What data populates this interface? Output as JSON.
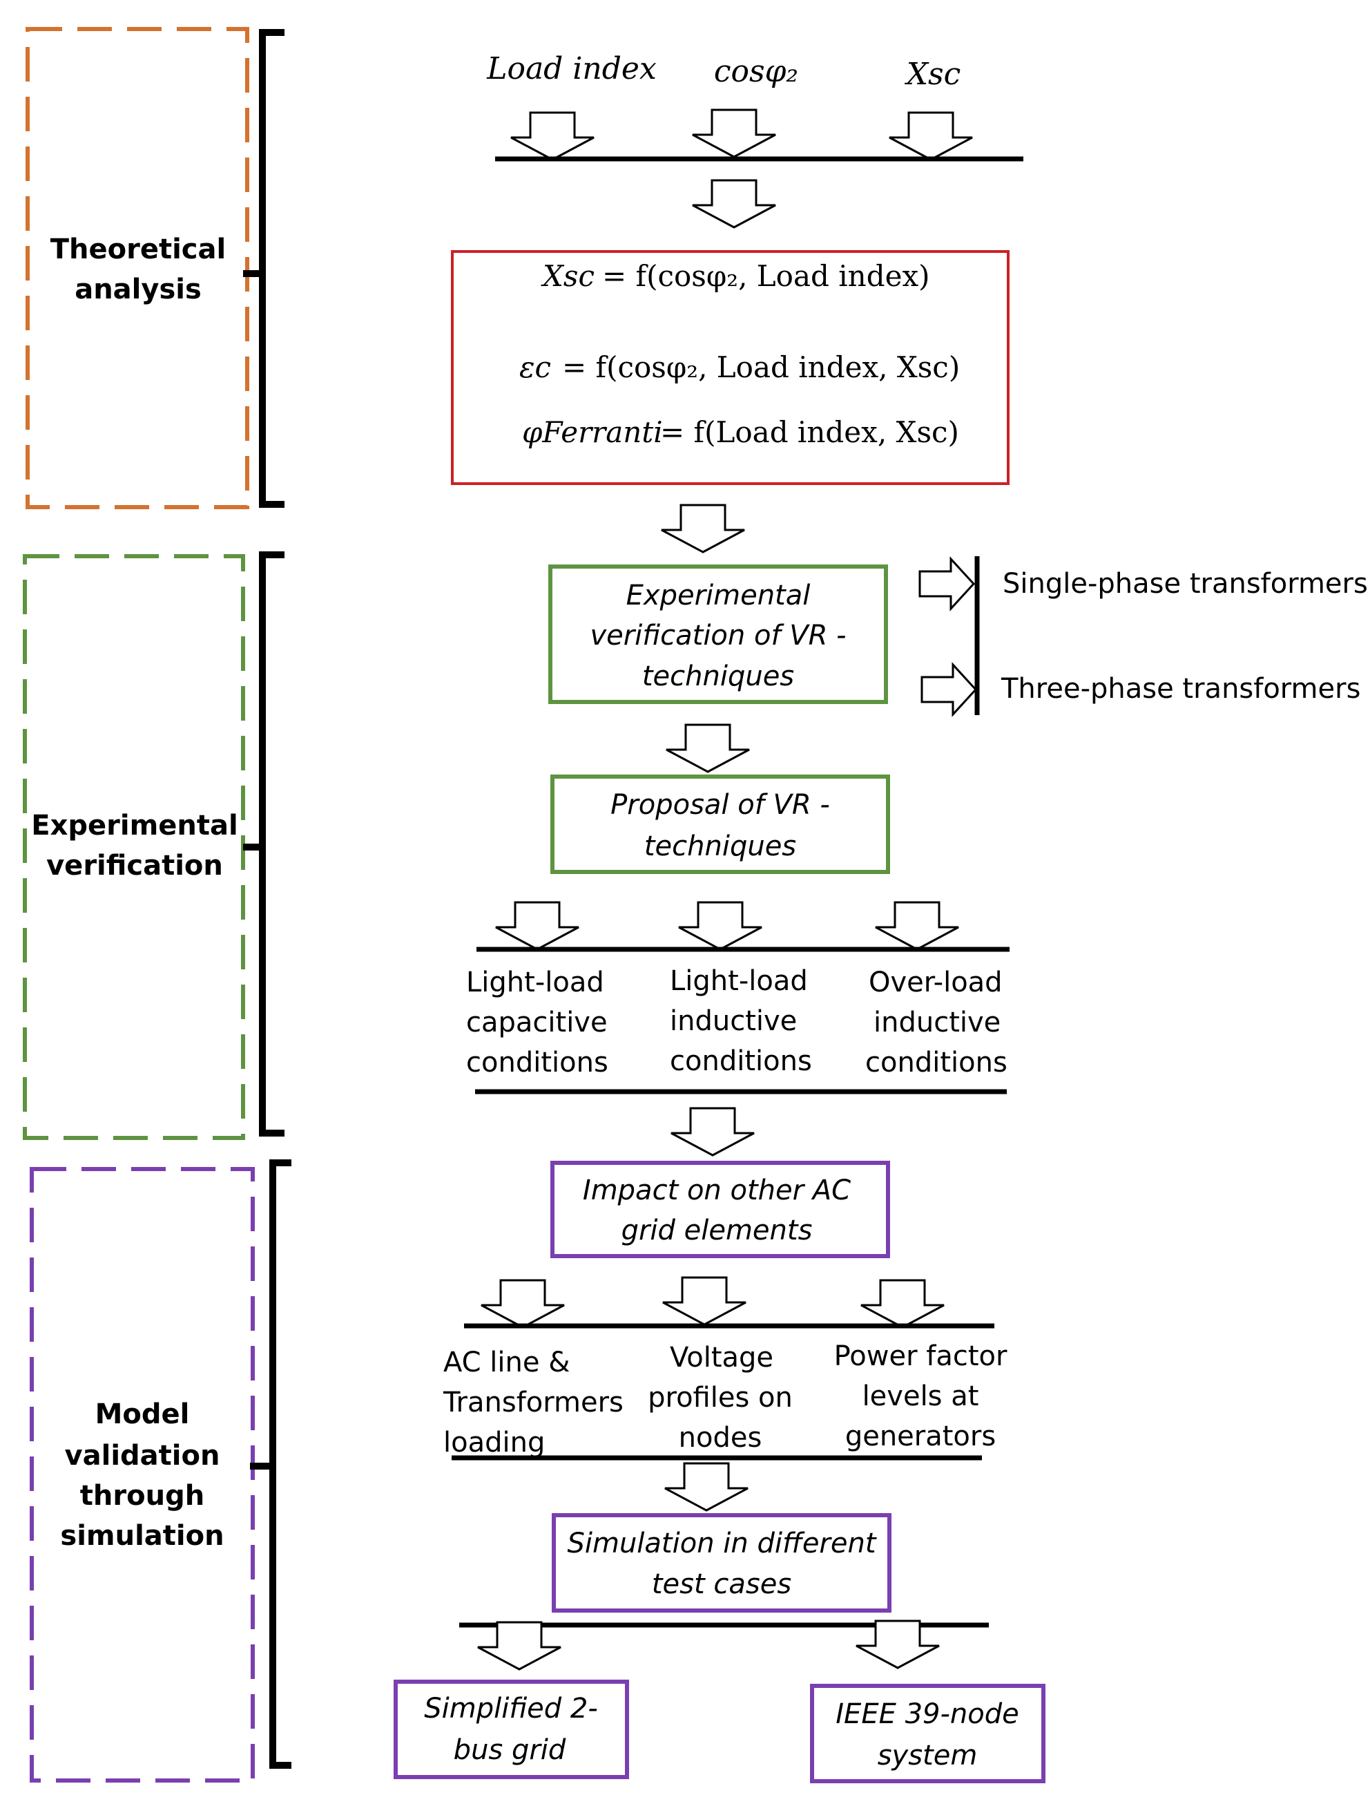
{
  "colors": {
    "theoretical": "#D4722E",
    "experimental": "#5E9441",
    "model": "#7A3FB0",
    "formula_box": "#CC2027",
    "line": "#000000"
  },
  "phases": {
    "theoretical": {
      "label_1": "Theoretical",
      "label_2": "analysis"
    },
    "experimental": {
      "label_1": "Experimental",
      "label_2": "verification"
    },
    "model": {
      "label_1": "Model",
      "label_2": "validation",
      "label_3": "through",
      "label_4": "simulation"
    }
  },
  "inputs": {
    "load_index": "Load index",
    "cos_phi2": "cosφ₂",
    "xsc": "Xsc"
  },
  "formulas": {
    "f1_lhs": "Xsc",
    "f1_rhs": "= f(cosφ₂, Load index)",
    "f2_lhs": "εc",
    "f2_rhs": "= f(cosφ₂, Load index, Xsc)",
    "f3_lhs": "φFerranti",
    "f3_rhs": "= f(Load index, Xsc)"
  },
  "experimental_box": {
    "line_1": "Experimental",
    "line_2": "verification of VR -",
    "line_3": "techniques"
  },
  "transformers": {
    "single": "Single-phase transformers",
    "three": "Three-phase transformers"
  },
  "proposal_box": {
    "line_1": "Proposal of VR  -",
    "line_2": "techniques"
  },
  "conditions": {
    "c1": {
      "line_1": "Light-load",
      "line_2": "capacitive",
      "line_3": "conditions"
    },
    "c2": {
      "line_1": "Light-load",
      "line_2": "inductive",
      "line_3": "conditions"
    },
    "c3": {
      "line_1": "Over-load",
      "line_2": "inductive",
      "line_3": "conditions"
    }
  },
  "impact_box": {
    "line_1": "Impact on other AC",
    "line_2": "grid elements"
  },
  "impacts": {
    "i1": {
      "line_1": "AC line &",
      "line_2": "Transformers",
      "line_3": "loading"
    },
    "i2": {
      "line_1": "Voltage",
      "line_2": "profiles on",
      "line_3": "nodes"
    },
    "i3": {
      "line_1": "Power factor",
      "line_2": "levels at",
      "line_3": "generators"
    }
  },
  "simulation_box": {
    "line_1": "Simulation in different",
    "line_2": "test cases"
  },
  "test_cases": {
    "t1": {
      "line_1": "Simplified 2-",
      "line_2": "bus grid"
    },
    "t2": {
      "line_1": "IEEE 39-node",
      "line_2": "system"
    }
  }
}
